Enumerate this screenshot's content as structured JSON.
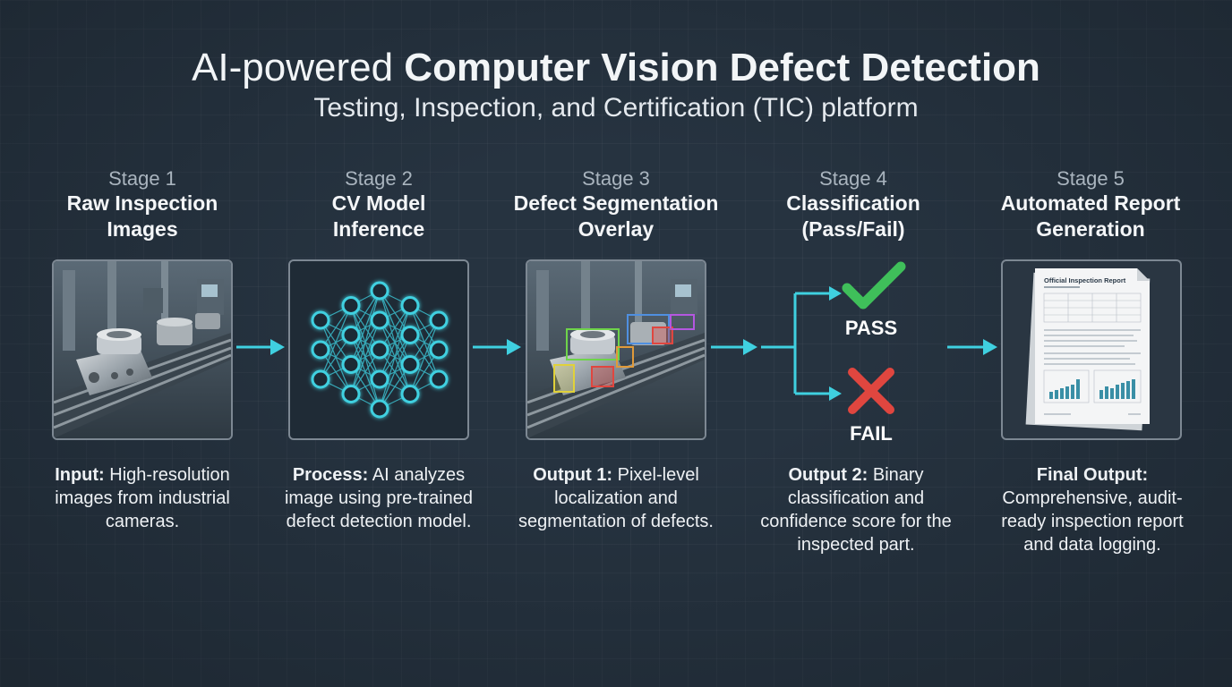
{
  "title": {
    "prefix": "AI-powered ",
    "bold": "Computer Vision Defect Detection"
  },
  "subtitle": "Testing, Inspection, and Certification (TIC) platform",
  "stages": [
    {
      "num": "Stage 1",
      "name_line1": "Raw Inspection",
      "name_line2": "Images",
      "desc_label": "Input:",
      "desc_text": " High-resolution images from industrial cameras."
    },
    {
      "num": "Stage 2",
      "name_line1": "CV Model",
      "name_line2": "Inference",
      "desc_label": "Process:",
      "desc_text": " AI analyzes image using pre-trained defect detection model."
    },
    {
      "num": "Stage 3",
      "name_line1": "Defect Segmentation",
      "name_line2": "Overlay",
      "desc_label": "Output 1:",
      "desc_text": " Pixel-level localization and segmentation of defects."
    },
    {
      "num": "Stage 4",
      "name_line1": "Classification",
      "name_line2": "(Pass/Fail)",
      "desc_label": "Output 2:",
      "desc_text": " Binary classification and confidence score for the inspected part."
    },
    {
      "num": "Stage 5",
      "name_line1": "Automated Report",
      "name_line2": "Generation",
      "desc_label": "Final Output:",
      "desc_text": " Comprehensive, audit-ready inspection report and data logging."
    }
  ],
  "classification": {
    "pass_label": "PASS",
    "fail_label": "FAIL"
  },
  "report": {
    "title": "Official Inspection Report"
  },
  "colors": {
    "accent": "#3fd0e0",
    "pass": "#3fbf5a",
    "fail": "#e0463f",
    "background": "#263340"
  }
}
